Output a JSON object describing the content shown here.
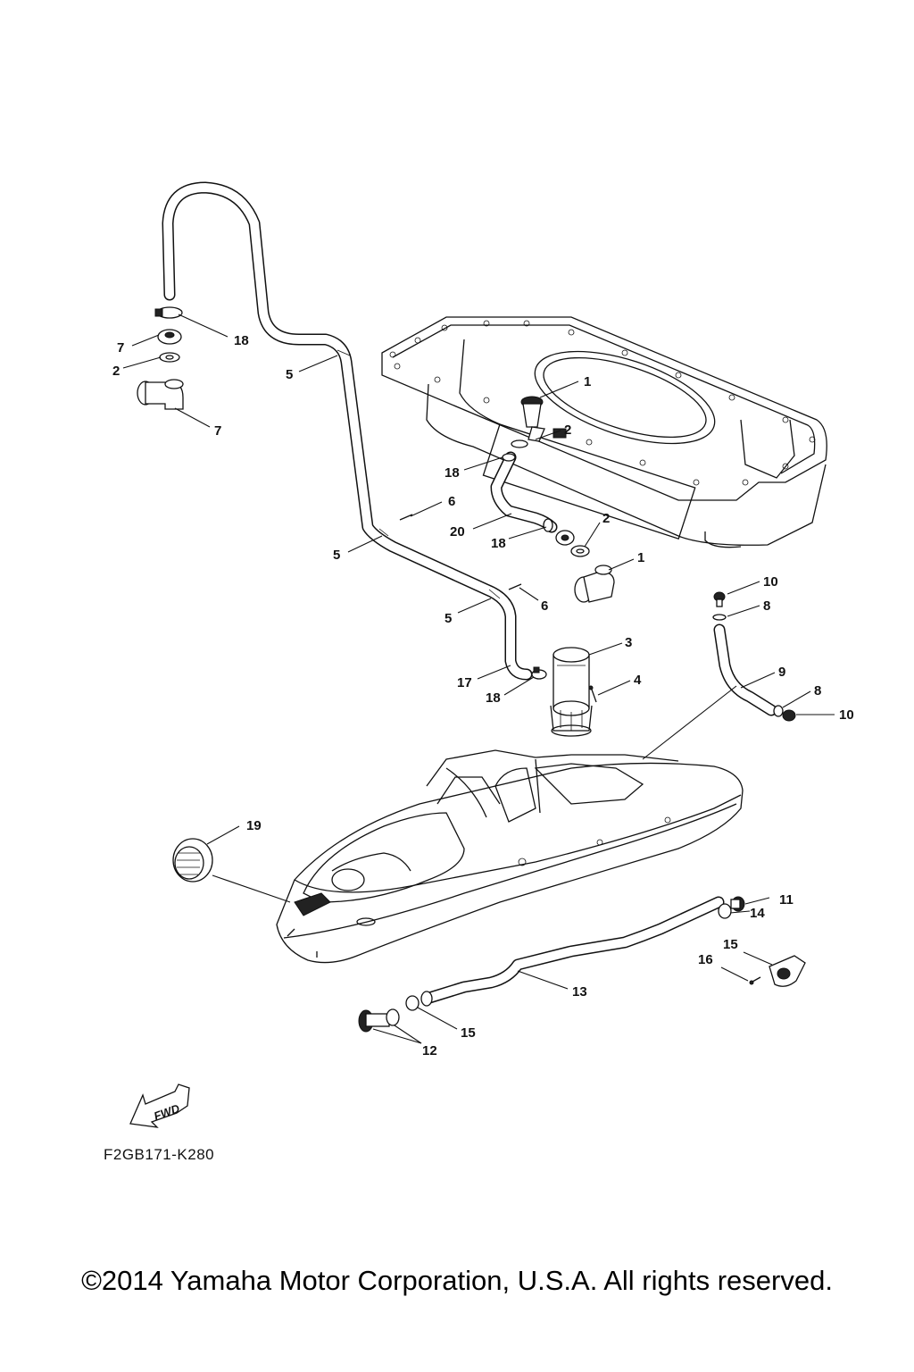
{
  "diagram": {
    "code": "F2GB171-K280",
    "copyright": "©2014 Yamaha Motor Corporation, U.S.A. All rights reserved.",
    "fwd_label": "FWD",
    "callouts": [
      {
        "id": "c1a",
        "text": "1"
      },
      {
        "id": "c1b",
        "text": "1"
      },
      {
        "id": "c2a",
        "text": "2"
      },
      {
        "id": "c2b",
        "text": "2"
      },
      {
        "id": "c2c",
        "text": "2"
      },
      {
        "id": "c3",
        "text": "3"
      },
      {
        "id": "c4",
        "text": "4"
      },
      {
        "id": "c5a",
        "text": "5"
      },
      {
        "id": "c5b",
        "text": "5"
      },
      {
        "id": "c5c",
        "text": "5"
      },
      {
        "id": "c6a",
        "text": "6"
      },
      {
        "id": "c6b",
        "text": "6"
      },
      {
        "id": "c7a",
        "text": "7"
      },
      {
        "id": "c7b",
        "text": "7"
      },
      {
        "id": "c8a",
        "text": "8"
      },
      {
        "id": "c8b",
        "text": "8"
      },
      {
        "id": "c9",
        "text": "9"
      },
      {
        "id": "c10a",
        "text": "10"
      },
      {
        "id": "c10b",
        "text": "10"
      },
      {
        "id": "c11",
        "text": "11"
      },
      {
        "id": "c12",
        "text": "12"
      },
      {
        "id": "c13",
        "text": "13"
      },
      {
        "id": "c14",
        "text": "14"
      },
      {
        "id": "c15a",
        "text": "15"
      },
      {
        "id": "c15b",
        "text": "15"
      },
      {
        "id": "c16",
        "text": "16"
      },
      {
        "id": "c17",
        "text": "17"
      },
      {
        "id": "c18a",
        "text": "18"
      },
      {
        "id": "c18b",
        "text": "18"
      },
      {
        "id": "c18c",
        "text": "18"
      },
      {
        "id": "c18d",
        "text": "18"
      },
      {
        "id": "c19",
        "text": "19"
      },
      {
        "id": "c20",
        "text": "20"
      }
    ]
  }
}
